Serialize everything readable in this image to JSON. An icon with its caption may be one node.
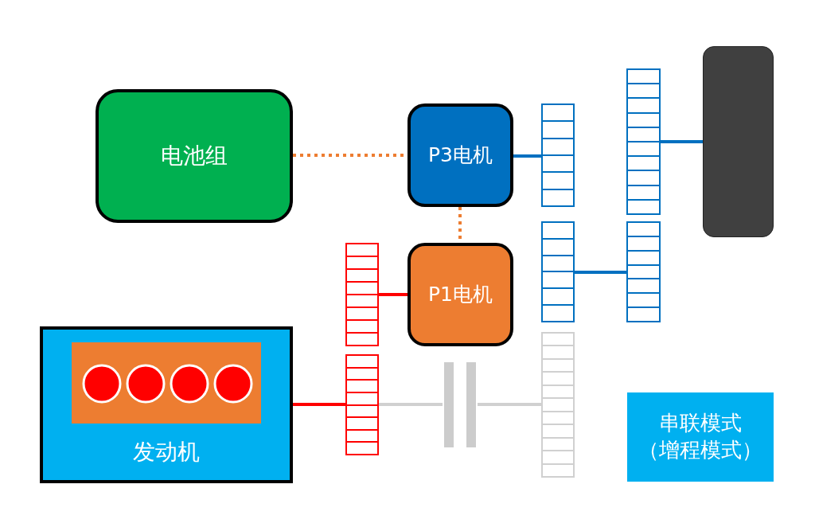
{
  "diagram": {
    "nodes": [
      {
        "text": [
          "电池组"
        ]
      },
      {
        "text": [
          "P3电机"
        ]
      },
      {
        "text": [
          "P1电机"
        ]
      },
      {
        "text": [
          "发动机"
        ]
      },
      {
        "text": [],
        "shape": "box",
        "in": 3
      },
      {
        "text": [],
        "shape": "bar"
      },
      {
        "text": [],
        "shape": "bar"
      },
      {
        "text": [],
        "shape": "bar"
      },
      {
        "text": [],
        "shape": "bar"
      },
      {
        "text": [],
        "shape": "bar"
      },
      {
        "text": [],
        "shape": "bar"
      },
      {
        "text": [],
        "shape": "bar"
      },
      {
        "text": [],
        "shape": "bar"
      },
      {
        "text": [],
        "shape": "box"
      },
      {
        "text": [
          "串联模式",
          "（增程模式）"
        ]
      }
    ],
    "edges": [
      {
        "from": 0,
        "to": 1,
        "arrow": "none",
        "style": "dashed",
        "color": "#ed7d31"
      },
      {
        "from": 1,
        "to": 2,
        "arrow": "none",
        "style": "dashed",
        "color": "#ed7d31"
      },
      {
        "from": 1,
        "to": 7,
        "arrow": "none",
        "color": "#0070c0"
      },
      {
        "from": 9,
        "to": 13,
        "arrow": "none",
        "color": "#0070c0"
      },
      {
        "from": 8,
        "to": 10,
        "arrow": "none",
        "color": "#0070c0"
      },
      {
        "from": 2,
        "to": 5,
        "arrow": "none",
        "color": "#ff0000"
      },
      {
        "from": 3,
        "to": 6,
        "arrow": "none",
        "color": "#ff0000"
      },
      {
        "from": 6,
        "to": 12,
        "arrow": "none",
        "color": "#d0d0d0"
      },
      {
        "from": 12,
        "to": 11,
        "arrow": "none",
        "color": "#d0d0d0"
      }
    ]
  }
}
